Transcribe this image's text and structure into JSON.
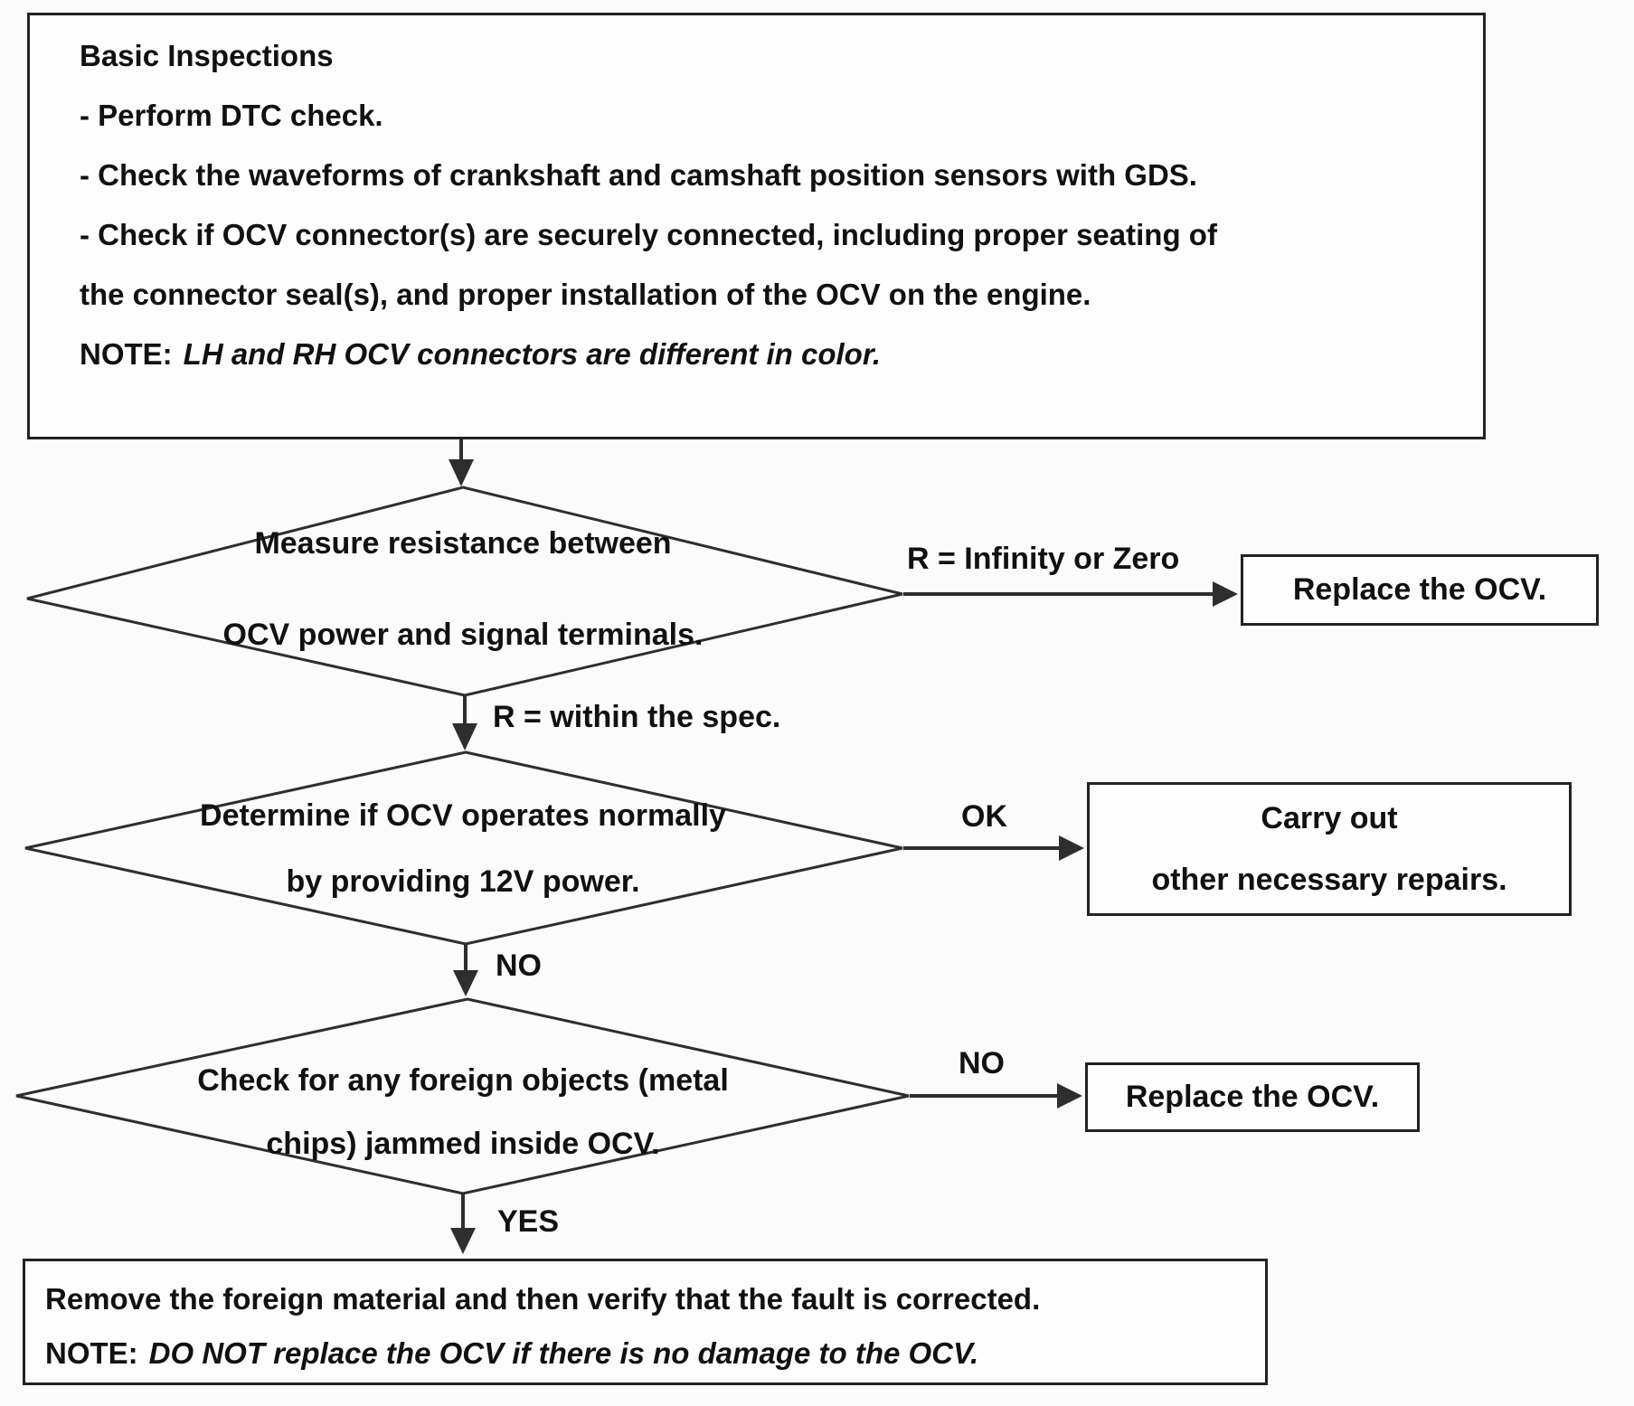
{
  "colors": {
    "background": "#fbfbfb",
    "line": "#2e2e2e",
    "text": "#111111"
  },
  "top_box": {
    "title": "Basic Inspections",
    "item1": "- Perform DTC check.",
    "item2": "- Check the waveforms of crankshaft and camshaft position sensors with GDS.",
    "item3": "- Check if OCV connector(s) are securely connected, including proper seating of",
    "item4": "the connector seal(s), and proper installation of the OCV on the engine.",
    "note_label": "NOTE:",
    "note_text": "LH and RH OCV connectors are different in color."
  },
  "decision1": {
    "line1": "Measure resistance between",
    "line2": "OCV power and signal terminals.",
    "right_label": "R = Infinity or Zero",
    "down_label": "R = within the spec."
  },
  "replace_box1": {
    "text": "Replace the OCV."
  },
  "decision2": {
    "line1": "Determine if OCV operates normally",
    "line2": "by providing 12V power.",
    "right_label": "OK",
    "down_label": "NO"
  },
  "carry_out_box": {
    "line1": "Carry out",
    "line2": "other necessary repairs."
  },
  "decision3": {
    "line1": "Check for any foreign objects (metal",
    "line2": "chips) jammed inside OCV.",
    "right_label": "NO",
    "down_label": "YES"
  },
  "replace_box2": {
    "text": "Replace the OCV."
  },
  "bottom_box": {
    "line1": "Remove the foreign material and then verify that the fault is corrected.",
    "note_label": "NOTE:",
    "note_text": "DO NOT replace the OCV if there is no damage to the OCV."
  }
}
